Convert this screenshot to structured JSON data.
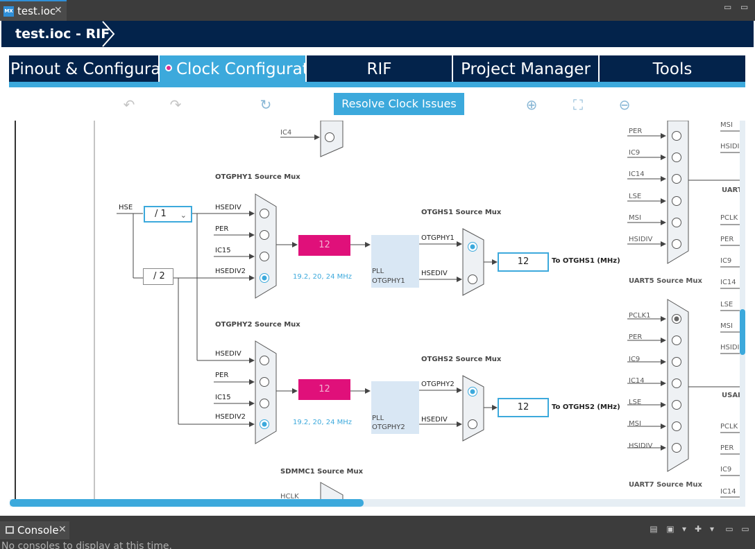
{
  "editor": {
    "tab_label": "test.ioc",
    "icon_text": "MX",
    "close": "✕",
    "minimize": "▭",
    "maximize": "▭"
  },
  "title_bar": {
    "title": "test.ioc - RIF"
  },
  "main_tabs": [
    {
      "label": "Pinout & Configuration"
    },
    {
      "label": "Clock Configuration"
    },
    {
      "label": "RIF"
    },
    {
      "label": "Project Manager"
    },
    {
      "label": "Tools"
    }
  ],
  "toolbar": {
    "undo": "↶",
    "redo": "↷",
    "reset": "↻",
    "resolve_label": "Resolve Clock Issues",
    "zoom_in": "⊕",
    "fit": "⛶",
    "zoom_out": "⊖"
  },
  "colors": {
    "navy": "#03234b",
    "accent": "#3ca9dc",
    "pink": "#e0107a",
    "pll_fill": "#d9e7f4"
  },
  "diagram": {
    "top_mux": {
      "input": "IC4"
    },
    "otgphy1": {
      "title": "OTGPHY1 Source Mux",
      "source": "HSE",
      "divider1": "/ 1",
      "divider2": "/ 2",
      "inputs": [
        "HSEDIV",
        "PER",
        "IC15",
        "HSEDIV2"
      ],
      "selected": "HSEDIV2",
      "pink_value": "12",
      "range": "19.2, 20, 24 MHz",
      "pll_line1": "PLL",
      "pll_line2": "OTGPHY1"
    },
    "otghs1": {
      "title": "OTGHS1 Source Mux",
      "inputs": [
        "OTGPHY1",
        "HSEDIV"
      ],
      "selected": "OTGPHY1",
      "value": "12",
      "output_label": "To OTGHS1 (MHz)"
    },
    "otgphy2": {
      "title": "OTGPHY2 Source Mux",
      "inputs": [
        "HSEDIV",
        "PER",
        "IC15",
        "HSEDIV2"
      ],
      "selected": "HSEDIV2",
      "pink_value": "12",
      "range": "19.2, 20, 24 MHz",
      "pll_line1": "PLL",
      "pll_line2": "OTGPHY2"
    },
    "otghs2": {
      "title": "OTGHS2 Source Mux",
      "inputs": [
        "OTGPHY2",
        "HSEDIV"
      ],
      "selected": "OTGPHY2",
      "value": "12",
      "output_label": "To OTGHS2 (MHz)"
    },
    "sdmmc1": {
      "title": "SDMMC1 Source Mux",
      "input": "HCLK"
    },
    "uart5": {
      "title": "UART5 Source Mux",
      "inputs": [
        "PER",
        "IC9",
        "IC14",
        "LSE",
        "MSI",
        "HSIDIV"
      ],
      "output_partial": "UART"
    },
    "uart7": {
      "title": "UART7 Source Mux",
      "inputs": [
        "PCLK1",
        "PER",
        "IC9",
        "IC14",
        "LSE",
        "MSI",
        "HSIDIV"
      ],
      "selected": "PCLK1",
      "output_partial": "USAI"
    },
    "right_col_top": [
      "MSI",
      "HSIDI"
    ],
    "right_col_mid": [
      "PCLK",
      "PER",
      "IC9",
      "IC14",
      "LSE",
      "MSI",
      "HSIDI"
    ],
    "right_col_bot": [
      "PCLK",
      "PER",
      "IC9",
      "IC14"
    ]
  },
  "console": {
    "tab_label": "Console",
    "close": "✕",
    "message": "No consoles to display at this time."
  }
}
